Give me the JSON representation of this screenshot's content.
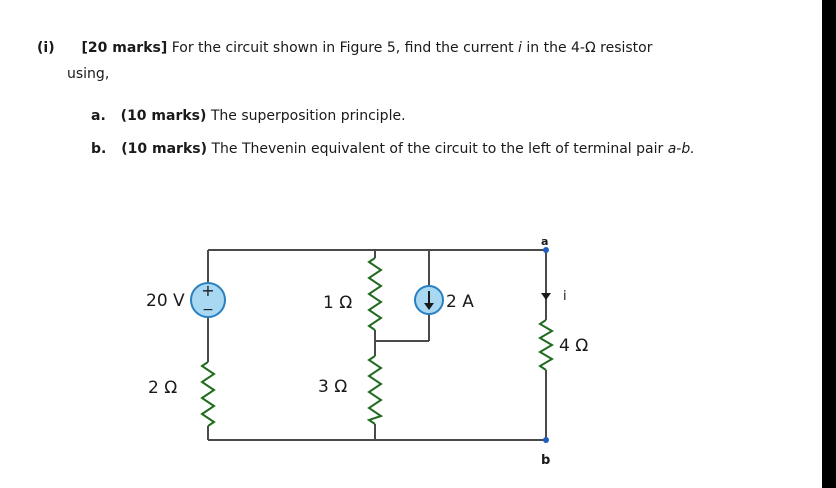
{
  "problem": {
    "number": "(i)",
    "marks": "[20 marks]",
    "statement": "For the circuit shown in Figure 5, find the current",
    "current_var": "i",
    "statement_tail": "in the 4-Ω resistor",
    "using": "using,",
    "parts": [
      {
        "letter": "a.",
        "marks": "(10 marks)",
        "text": "The superposition principle."
      },
      {
        "letter": "b.",
        "marks": "(10 marks)",
        "text": "The Thevenin equivalent of the circuit to the left of terminal pair",
        "terminals": "a-b."
      }
    ]
  },
  "circuit": {
    "wire_color": "#4a4a4a",
    "resistor_color": "#1f6b1f",
    "source_fill": "#a9d8f2",
    "source_stroke": "#2a7fbf",
    "terminal_color": "#1f5fbf",
    "labels": {
      "voltage_source": "20 V",
      "r1": "1 Ω",
      "current_source": "2 A",
      "r2": "2 Ω",
      "r3": "3 Ω",
      "r4": "4 Ω",
      "current": "i",
      "terminal_a": "a",
      "terminal_b": "b",
      "plus": "+",
      "minus": "−"
    }
  }
}
